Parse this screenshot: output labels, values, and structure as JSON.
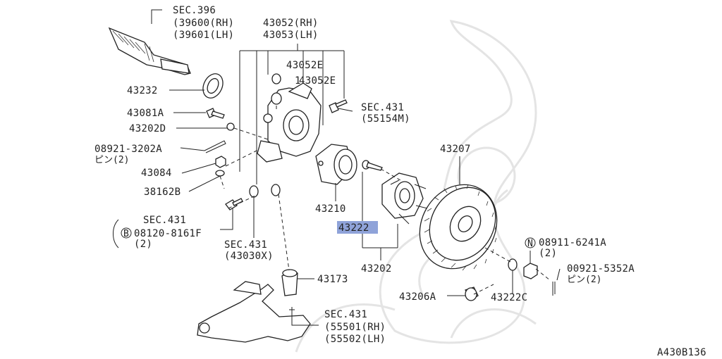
{
  "diagram_id": "A430B136",
  "highlight_color": "#8fa3d9",
  "labels": {
    "sec396": {
      "line1": "SEC.396",
      "line2": "(39600(RH)",
      "line3": "(39601(LH)"
    },
    "knuckle": {
      "line1": "43052(RH)",
      "line2": "43053(LH)"
    },
    "p43052e_1": "43052E",
    "p43052e_2": "43052E",
    "p43232": "43232",
    "p43081a": "43081A",
    "p43202d": "43202D",
    "p08921": {
      "line1": "08921-3202A",
      "line2": "ピン(2)"
    },
    "p43084": "43084",
    "p38162b": "38162B",
    "sec431_a": {
      "line1": "SEC.431",
      "line2": "(55154M)"
    },
    "sec431_b": {
      "line1": "SEC.431",
      "bolt_prefix": "B",
      "line2": "08120-8161F",
      "line3": "(2)"
    },
    "sec431_c": {
      "line1": "SEC.431",
      "line2": "(43030X)"
    },
    "p43210": "43210",
    "p43222": "43222",
    "p43202": "43202",
    "p43207": "43207",
    "p43173": "43173",
    "p08911": {
      "nut_prefix": "N",
      "line1": "08911-6241A",
      "line2": "(2)"
    },
    "p00921": {
      "line1": "00921-5352A",
      "line2": "ピン(2)"
    },
    "p43206a": "43206A",
    "p43222c": "43222C",
    "sec431_d": {
      "line1": "SEC.431",
      "line2": "(55501(RH)",
      "line3": "(55502(LH)"
    }
  }
}
